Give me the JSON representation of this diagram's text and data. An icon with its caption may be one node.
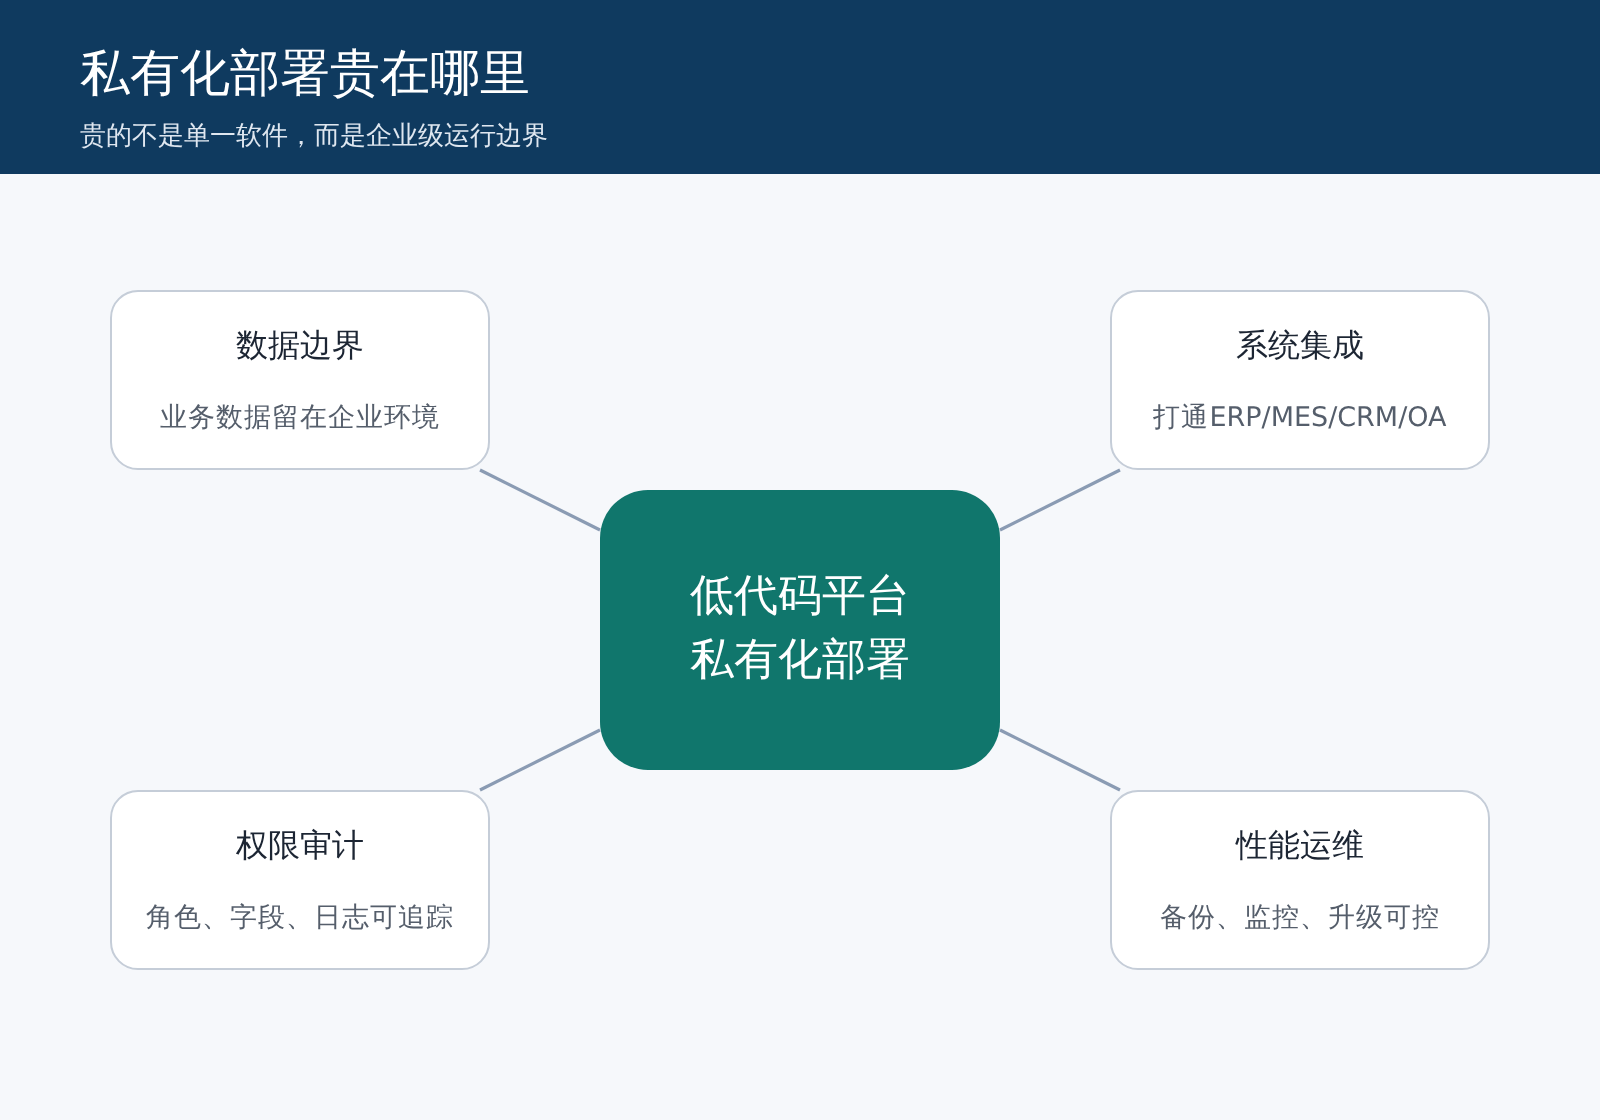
{
  "diagram": {
    "title": "私有化部署贵在哪里",
    "nodes": [
      {
        "text": [
          "数据边界",
          "业务数据留在企业环境"
        ]
      },
      {
        "text": [
          "系统集成",
          "打通ERP/MES/CRM/OA"
        ]
      },
      {
        "text": [
          "低代码平台私有化部署"
        ]
      },
      {
        "text": [
          "权限审计",
          "角色、字段、日志可追踪"
        ]
      },
      {
        "text": [
          "性能运维",
          "备份、监控、升级可控"
        ]
      }
    ],
    "edges": [
      {
        "from": 2,
        "to": 0,
        "arrow": "none"
      },
      {
        "from": 2,
        "to": 1,
        "arrow": "none"
      },
      {
        "from": 2,
        "to": 3,
        "arrow": "none"
      },
      {
        "from": 2,
        "to": 4,
        "arrow": "none"
      }
    ],
    "labels": [
      "贵的不是单一软件，而是企业级运行边界"
    ]
  }
}
